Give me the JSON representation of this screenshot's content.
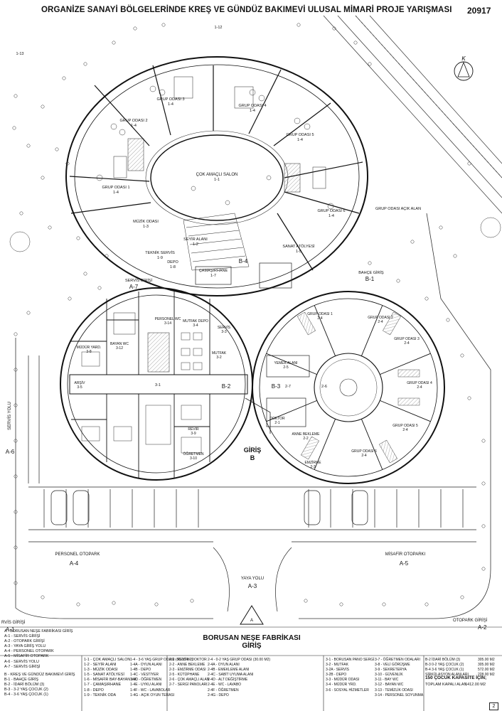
{
  "header": {
    "title": "ORGANİZE SANAYİ BÖLGELERİNDE KREŞ VE GÜNDÜZ BAKIMEVİ ULUSAL MİMARİ PROJE YARIŞMASI",
    "entry_number": "20917"
  },
  "plan_labels": {
    "north": "K",
    "axis_1_12": "1-12",
    "axis_1_13": "1-13",
    "salon": "ÇOK AMAÇLI SALON",
    "salon_code": "1-1",
    "group_rooms_top": [
      {
        "name": "GRUP ODASI 3",
        "code": "1-4"
      },
      {
        "name": "GRUP ODASI 4",
        "code": "1-4"
      },
      {
        "name": "GRUP ODASI 2",
        "code": "1-4"
      },
      {
        "name": "GRUP ODASI 5",
        "code": "1-4"
      },
      {
        "name": "GRUP ODASI 1",
        "code": "1-4"
      },
      {
        "name": "GRUP ODASI 6",
        "code": "1-4"
      }
    ],
    "muzik": "MÜZİK ODASI",
    "muzik_code": "1-3",
    "seyir": "SEYİR ALANI",
    "seyir_code": "1-2",
    "teknik": "TEKNİK SERVİS",
    "teknik_code": "1-9",
    "depo": "DEPO",
    "depo_code": "1-8",
    "camasirhane": "ÇAMAŞIRHANE",
    "camasirhane_code": "1-7",
    "atolye": "SANAT ATÖLYESİ",
    "atolye_code": "1-5",
    "acik_alan": "GRUP ODASI AÇIK ALAN",
    "b4": "B-4",
    "bahce_giris": "BAHÇE GİRİŞ",
    "b1": "B-1",
    "servis_giris": "SERVİS GİRİŞİ",
    "a7": "A-7",
    "b2": "B-2",
    "b3": "B-3",
    "giris": "GİRİŞ",
    "giris_b": "B",
    "servis_yolu": "SERVİS YOLU",
    "a6": "A-6",
    "personel_otopark": "PERSONEL OTOPARK",
    "a4": "A-4",
    "misafir_otopark": "MİSAFİR OTOPARKI",
    "a5": "A-5",
    "yaya_yolu": "YAYA YOLU",
    "a3": "A-3",
    "left_rooms": [
      {
        "name": "PERSONEL WC",
        "code": "3-14"
      },
      {
        "name": "MUTFAK DEPO",
        "code": "3-4"
      },
      {
        "name": "MUTFAK",
        "code": "3-2"
      },
      {
        "name": "BAYAN WC",
        "code": "3-12"
      },
      {
        "name": "MÜDÜR YARD.",
        "code": "3-8"
      },
      {
        "name": "SERVİS",
        "code": "3-3"
      },
      {
        "name": "ARŞİV",
        "code": "3-5"
      },
      {
        "name": "REVİR",
        "code": "3-9"
      },
      {
        "name": "ÖĞRETMEN",
        "code": "3-10"
      }
    ],
    "left_hub": "3-1",
    "right_rooms": [
      {
        "name": "GRUP ODASI 1",
        "code": "2-4"
      },
      {
        "name": "GRUP ODASI 2",
        "code": "2-4"
      },
      {
        "name": "GRUP ODASI 3",
        "code": "2-4"
      },
      {
        "name": "GRUP ODASI 4",
        "code": "2-4"
      },
      {
        "name": "GRUP ODASI 5",
        "code": "2-4"
      },
      {
        "name": "GRUP ODASI 6",
        "code": "2-4"
      },
      {
        "name": "YEMEK ALANI",
        "code": "2-5"
      },
      {
        "name": "DOKTOR",
        "code": "2-1"
      },
      {
        "name": "ANNE BEKLEME",
        "code": "2-2"
      },
      {
        "name": "EMZİRME",
        "code": "2-3"
      }
    ],
    "right_hub": "2-6",
    "right_hub_b": "2-7"
  },
  "legend": {
    "corner_servis": "RVİS GİRİŞİ",
    "corner_a1": "A-1",
    "corner_otopark": "OTOPARK GİRİŞİ",
    "corner_a2": "A-2",
    "entrance_name": "BORUSAN NEŞE FABRİKASI",
    "entrance_sub": "GİRİŞ",
    "entrance_letter": "A",
    "col_a": [
      "A - BORUSAN NEŞE FABRİKASI GİRİŞ",
      "A-1 - SERVİS GİRİŞİ",
      "A-2 - OTOPARK GİRİŞİ",
      "A-3 - YAYA GİRİŞ YOLU",
      "A-4 - PERSONEL OTOPARK",
      "A-5 - MİSAFİR OTOPARK",
      "A-6 - SERVİS YOLU",
      "A-7 - SERVİS GİRİŞİ"
    ],
    "col_b": [
      "B - KREŞ VE GÜNDÜZ BAKIMEVİ GİRİŞ",
      "B-1 - BAHÇE GİRİŞ",
      "B-2 - İDARİ BÖLÜM (3)",
      "B-3 - 3-2 YAŞ ÇOCUK (2)",
      "B-4 - 3-6 YAŞ ÇOCUK (1)"
    ],
    "col_1": [
      "1-1 - ÇOK AMAÇLI SALON",
      "1-2 - SEYİR ALANI",
      "1-3 - MÜZİK ODASI",
      "1-5 - SANAT ATÖLYESİ",
      "1-6 - MİSAFİR BAY-BAYAN WC",
      "1-7 - ÇAMAŞIRHANE",
      "1-8 - DEPO",
      "1-9 - TEKNİK ODA"
    ],
    "col_1b": [
      "1-4 - 3-6 YAŞ GRUP ODASI (50.00 M2)",
      "1-4A - OYUN ALANI",
      "1-4B - DEPO",
      "1-4C - VESTİYER",
      "1-4D - ÖĞRETMEN",
      "1-4E - UYKU ALANI",
      "1-4F - WC - LAVABOLAR",
      "1-4G - AÇIK OYUN TERASI"
    ],
    "col_2": [
      "2-1 - REVİR - DOKTOR",
      "2-2 - ANNE BEKLEME",
      "2-3 - EMZİRME ODASI",
      "2-5 - KÜTÜPHANE",
      "2-6 - ÇOK AMAÇLI ALAN",
      "2-7 - SERGİ PANOLARI"
    ],
    "col_2b": [
      "2-4 - 0-2 YAŞ GRUP ODASI (30.00 M2)",
      "2-4A - OYUN ALANI",
      "2-4B - EMEKLEME ALANI",
      "2-4C - SABİT UYUMA ALANI",
      "2-4D - ALT DEĞİŞTİRME",
      "2-4E - WC - LAVABO",
      "2-4F - ÖĞRETMEN",
      "2-4G - DEPO"
    ],
    "col_3": [
      "3-1 - BORUSAN PANO SERGİ",
      "3-2 - MUTFAK",
      "3-2A - SERVİS",
      "3-2B - DEPO",
      "3-3 - MÜDÜR ODASI",
      "3-4 - MÜDÜR YRD.",
      "3-6 - SOSYAL HİZMETLER"
    ],
    "col_3b": [
      "3-7 - ÖĞRETMEN ODALARI",
      "3-8 - VELİ GÖRÜŞME",
      "3-9 - SEKRETERYA",
      "3-10 - GÜVENLİK",
      "3-11 - BAY WC",
      "3-12 - BAYAN WC",
      "3-13 - TEMİZLİK ODASI",
      "3-14 - PERSONEL SOYUNMA"
    ],
    "areas": [
      {
        "label": "B-2 İDARİ BÖLÜM (3)",
        "value": "305.00 M2"
      },
      {
        "label": "B-3 0-2 YAŞ ÇOCUK (2)",
        "value": "305.00 M2"
      },
      {
        "label": "B-4 3-6 YAŞ ÇOCUK (1)",
        "value": "572.00 M2"
      },
      {
        "label": "SİRKÜLASYON ALANLARI",
        "value": "228.00 M2"
      }
    ],
    "capacity": "150 ÇOCUK KAPASİTE İÇİN;",
    "total_label": "TOPLAM KAPALI ALAN",
    "total_value": "1412.00 M2",
    "page": "2"
  }
}
